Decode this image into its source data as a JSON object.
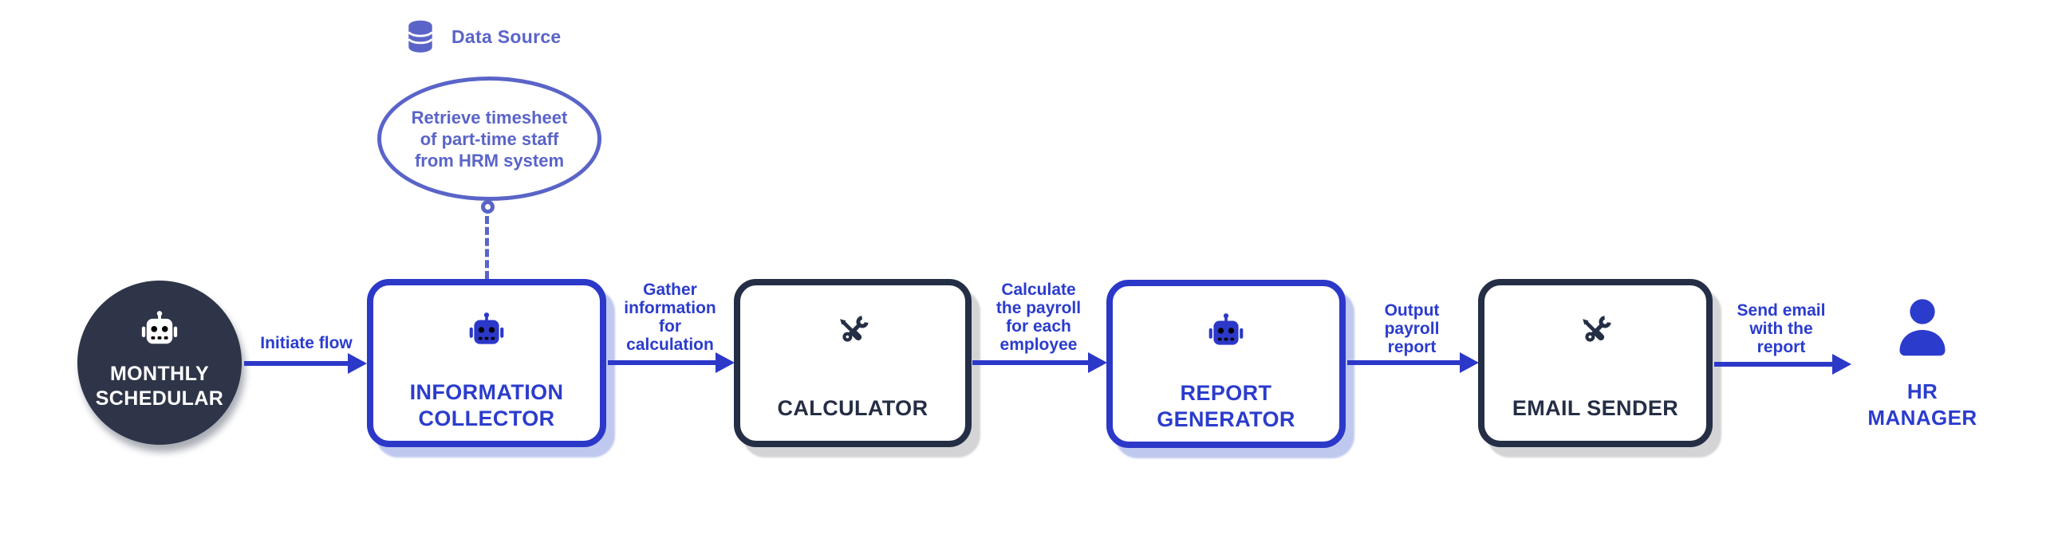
{
  "colors": {
    "royal_blue": "#2c38c8",
    "periwinkle": "#5a64c8",
    "navy": "#242e45",
    "circle_fill": "#2e3548",
    "blue_shadow": "#bfc8ef",
    "gray_shadow": "#d4d4d6",
    "background": "#ffffff"
  },
  "data_source": {
    "icon": "database-icon",
    "label": "Data Source",
    "bubble_lines": [
      "Retrieve timesheet",
      "of part-time staff",
      "from HRM system"
    ]
  },
  "nodes": [
    {
      "id": "monthly-schedular",
      "shape": "circle",
      "icon": "robot-icon",
      "title": "MONTHLY SCHEDULAR"
    },
    {
      "id": "information-collector",
      "shape": "rounded-box-blue",
      "icon": "robot-icon",
      "title": "INFORMATION COLLECTOR"
    },
    {
      "id": "calculator",
      "shape": "rounded-box-dark",
      "icon": "screwdriver-wrench-icon",
      "title": "CALCULATOR"
    },
    {
      "id": "report-generator",
      "shape": "rounded-box-blue",
      "icon": "robot-icon",
      "title": "REPORT GENERATOR"
    },
    {
      "id": "email-sender",
      "shape": "rounded-box-dark",
      "icon": "screwdriver-wrench-icon",
      "title": "EMAIL SENDER"
    },
    {
      "id": "hr-manager",
      "shape": "person",
      "icon": "person-icon",
      "title": "HR MANAGER"
    }
  ],
  "arrows": [
    {
      "from": "monthly-schedular",
      "to": "information-collector",
      "lines": [
        "Initiate flow"
      ]
    },
    {
      "from": "information-collector",
      "to": "calculator",
      "lines": [
        "Gather",
        "information",
        "for",
        "calculation"
      ]
    },
    {
      "from": "calculator",
      "to": "report-generator",
      "lines": [
        "Calculate",
        "the payroll",
        "for each",
        "employee"
      ]
    },
    {
      "from": "report-generator",
      "to": "email-sender",
      "lines": [
        "Output",
        "payroll",
        "report"
      ]
    },
    {
      "from": "email-sender",
      "to": "hr-manager",
      "lines": [
        "Send email",
        "with the",
        "report"
      ]
    }
  ]
}
